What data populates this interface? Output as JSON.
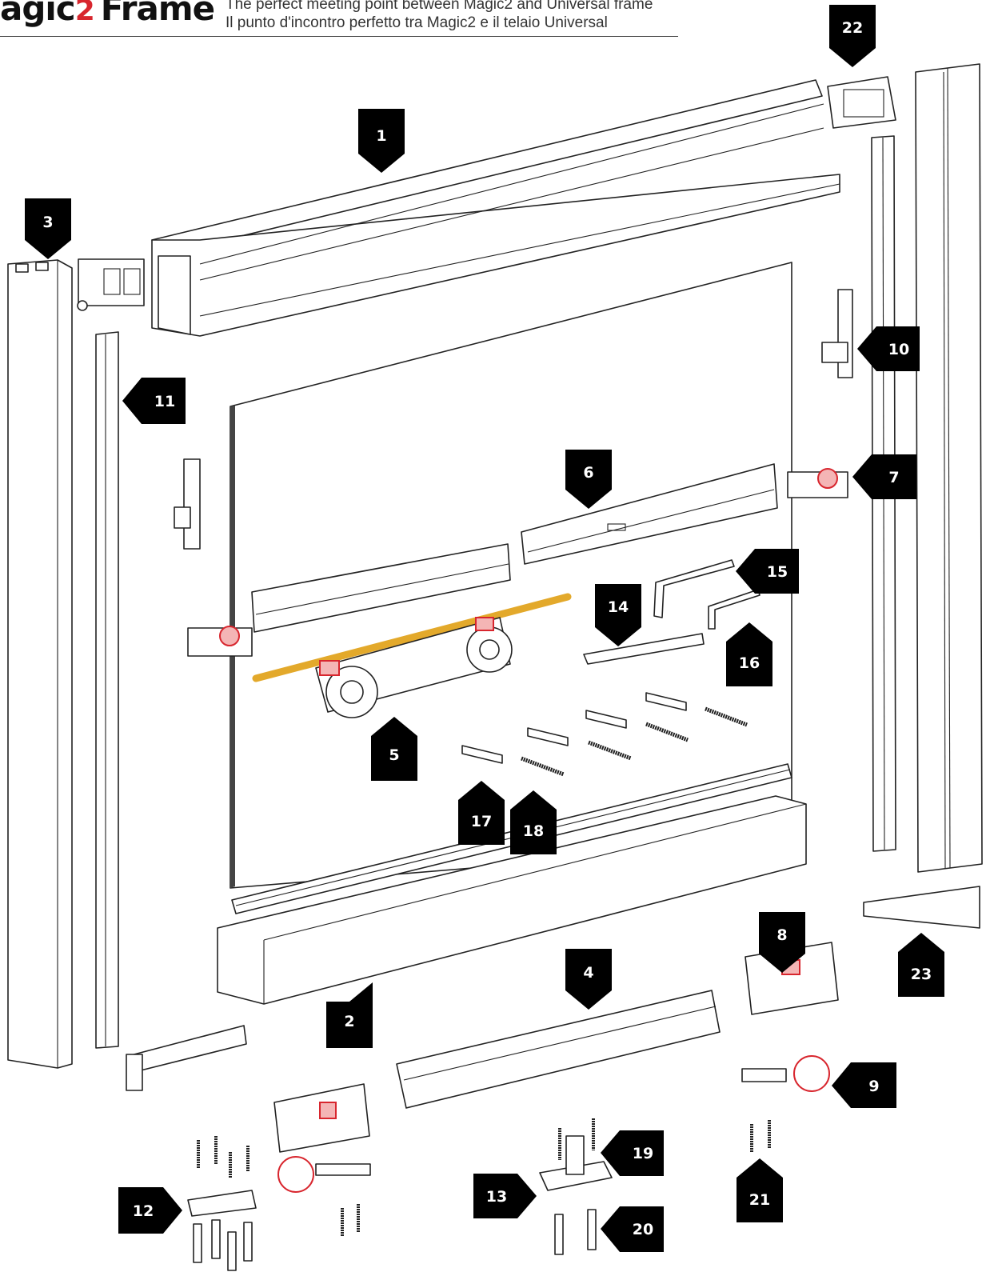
{
  "header": {
    "logo_text_a": "agic",
    "logo_text_2": "2",
    "logo_text_b": "Frame",
    "tagline_en": "The perfect meeting point between Magic2 and Universal frame",
    "tagline_it": "Il punto d'incontro perfetto tra Magic2 e il telaio Universal"
  },
  "colors": {
    "accent": "#d8262e",
    "rod": "#e3a92b",
    "badge": "#000000",
    "line": "#222222"
  },
  "callouts": [
    {
      "id": "c1",
      "label": "1"
    },
    {
      "id": "c2",
      "label": "2"
    },
    {
      "id": "c3",
      "label": "3"
    },
    {
      "id": "c4",
      "label": "4"
    },
    {
      "id": "c5",
      "label": "5"
    },
    {
      "id": "c6",
      "label": "6"
    },
    {
      "id": "c7",
      "label": "7"
    },
    {
      "id": "c8",
      "label": "8"
    },
    {
      "id": "c9",
      "label": "9"
    },
    {
      "id": "c10",
      "label": "10"
    },
    {
      "id": "c11",
      "label": "11"
    },
    {
      "id": "c12",
      "label": "12"
    },
    {
      "id": "c13",
      "label": "13"
    },
    {
      "id": "c14",
      "label": "14"
    },
    {
      "id": "c15",
      "label": "15"
    },
    {
      "id": "c16",
      "label": "16"
    },
    {
      "id": "c17",
      "label": "17"
    },
    {
      "id": "c18",
      "label": "18"
    },
    {
      "id": "c19",
      "label": "19"
    },
    {
      "id": "c20",
      "label": "20"
    },
    {
      "id": "c21",
      "label": "21"
    },
    {
      "id": "c22",
      "label": "22"
    },
    {
      "id": "c23",
      "label": "23"
    }
  ]
}
